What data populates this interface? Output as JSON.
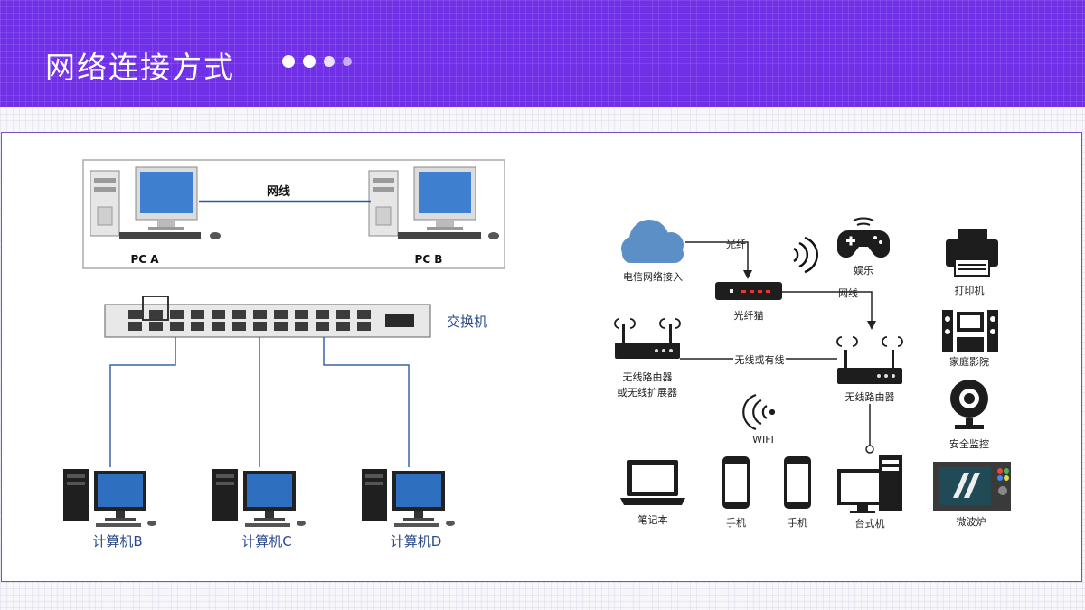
{
  "slide": {
    "title": "网络连接方式",
    "accent_color": "#7030e8"
  },
  "pc_link": {
    "cable_label": "网线",
    "pc_a": "PC A",
    "pc_b": "PC B"
  },
  "switch_diagram": {
    "switch_label": "交换机",
    "computers": [
      "计算机B",
      "计算机C",
      "计算机D"
    ]
  },
  "home_network": {
    "telecom": "电信网络接入",
    "fiber_label": "光纤",
    "modem": "光纤猫",
    "cable_label": "网线",
    "entertainment": "娱乐",
    "printer": "打印机",
    "home_theater": "家庭影院",
    "security": "安全监控",
    "microwave": "微波炉",
    "router_extender_line1": "无线路由器",
    "router_extender_line2": "或无线扩展器",
    "wireless_or_wired": "无线或有线",
    "main_router": "无线路由器",
    "wifi": "WIFI",
    "laptop": "笔记本",
    "phone1": "手机",
    "phone2": "手机",
    "desktop": "台式机"
  }
}
